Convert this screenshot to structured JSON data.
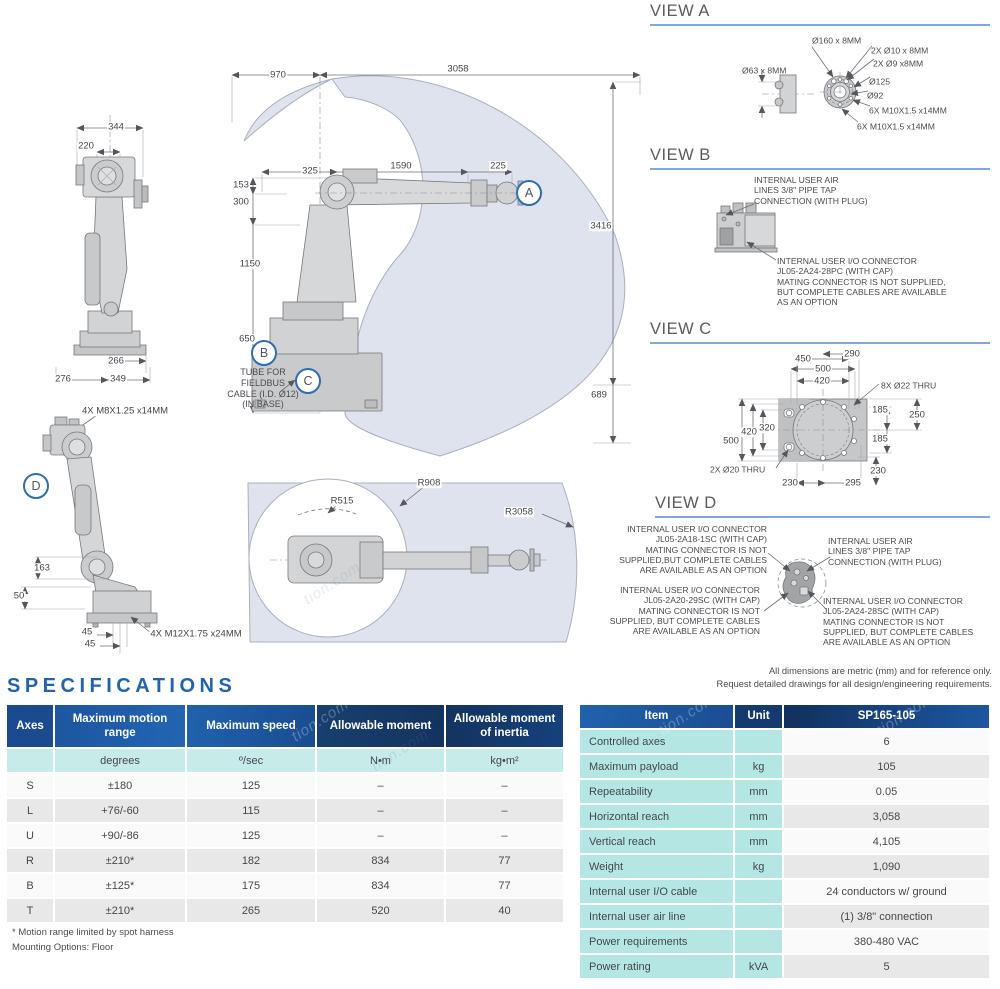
{
  "watermark": "tion.com",
  "colors": {
    "accent_blue": "#2263ae",
    "header_dark_navy": "#14335f",
    "header_blue": "#2162ae",
    "teal_cell": "#b4e7e4",
    "unit_row_teal": "#c6ebe9",
    "envelope_fill": "#dfe3ee",
    "heading_underline": "#7ea9d8"
  },
  "side_view": {
    "d344": "344",
    "d220": "220",
    "d266": "266",
    "d276": "276",
    "d349": "349"
  },
  "main_view": {
    "d970": "970",
    "d3058": "3058",
    "d325": "325",
    "d1590": "1590",
    "d225": "225",
    "d153": "153",
    "d300": "300",
    "d1150": "1150",
    "d650": "650",
    "d3416": "3416",
    "d689": "689",
    "callout_a": "A",
    "callout_b": "B",
    "callout_c": "C",
    "tube_note": "TUBE FOR FIELDBUS\nCABLE (I.D. Ø12)\n(IN BASE)"
  },
  "d_view": {
    "callout_d": "D",
    "bolt_top": "4X M8X1.25 x14MM",
    "d163": "163",
    "d50": "50",
    "d45a": "45",
    "d45b": "45",
    "bolt_bottom": "4X M12X1.75 x24MM"
  },
  "top_view": {
    "r515": "R515",
    "r908": "R908",
    "r3058": "R3058"
  },
  "view_a": {
    "title": "VIEW A",
    "l1": "Ø160 x 8MM",
    "l2": "2X Ø10  x 8MM",
    "l3": "2X Ø9 x8MM",
    "l4": "Ø125",
    "l5": "Ø92",
    "l6": "6X M10X1.5  x14MM",
    "l7": "6X M10X1.5  x14MM",
    "l8": "Ø63 x 8MM"
  },
  "view_b": {
    "title": "VIEW B",
    "air_note": "INTERNAL USER AIR\nLINES 3/8\" PIPE TAP\nCONNECTION (WITH PLUG)",
    "io_note": "INTERNAL USER I/O CONNECTOR\nJL05-2A24-28PC (WITH CAP)\nMATING CONNECTOR IS NOT SUPPLIED,\nBUT COMPLETE CABLES ARE AVAILABLE\nAS AN OPTION"
  },
  "view_c": {
    "title": "VIEW C",
    "d450": "450",
    "d290": "290",
    "d500t": "500",
    "d420t": "420",
    "hole22": "8X Ø22 THRU",
    "d185a": "185",
    "d250": "250",
    "d420l": "420",
    "d320": "320",
    "d500l": "500",
    "d185b": "185",
    "hole20": "2X Ø20 THRU",
    "d230b": "230",
    "d295": "295",
    "d230r": "230"
  },
  "view_d": {
    "title": "VIEW D",
    "nw": "INTERNAL USER I/O CONNECTOR\nJL05-2A18-1SC (WITH CAP)\nMATING CONNECTOR IS NOT\nSUPPLIED,BUT COMPLETE CABLES\nARE AVAILABLE AS AN OPTION",
    "ne": "INTERNAL USER AIR\nLINES 3/8\" PIPE TAP\nCONNECTION (WITH PLUG)",
    "sw": "INTERNAL USER I/O CONNECTOR\nJL05-2A20-29SC (WITH CAP)\nMATING CONNECTOR IS NOT\nSUPPLIED, BUT COMPLETE CABLES\nARE AVAILABLE AS AN OPTION",
    "se": "INTERNAL USER I/O CONNECTOR\nJL05-2A24-28SC (WITH CAP)\nMATING CONNECTOR IS NOT\nSUPPLIED, BUT COMPLETE CABLES\nARE AVAILABLE AS AN OPTION"
  },
  "reference_note": "All dimensions are metric (mm) and for reference only.\nRequest detailed drawings for all design/engineering requirements.",
  "specifications": {
    "title": "SPECIFICATIONS",
    "axes_table": {
      "headers": [
        "Axes",
        "Maximum motion range",
        "Maximum speed",
        "Allowable moment",
        "Allowable moment of inertia"
      ],
      "units": [
        "",
        "degrees",
        "º/sec",
        "N•m",
        "kg•m²"
      ],
      "rows": [
        [
          "S",
          "±180",
          "125",
          "–",
          "–"
        ],
        [
          "L",
          "+76/-60",
          "115",
          "–",
          "–"
        ],
        [
          "U",
          "+90/-86",
          "125",
          "–",
          "–"
        ],
        [
          "R",
          "±210*",
          "182",
          "834",
          "77"
        ],
        [
          "B",
          "±125*",
          "175",
          "834",
          "77"
        ],
        [
          "T",
          "±210*",
          "265",
          "520",
          "40"
        ]
      ]
    },
    "footnotes": [
      "* Motion range limited by spot harness",
      "Mounting Options: Floor"
    ],
    "spec_table": {
      "headers": [
        "Item",
        "Unit",
        "SP165-105"
      ],
      "rows": [
        [
          "Controlled axes",
          "",
          "6"
        ],
        [
          "Maximum payload",
          "kg",
          "105"
        ],
        [
          "Repeatability",
          "mm",
          "0.05"
        ],
        [
          "Horizontal reach",
          "mm",
          "3,058"
        ],
        [
          "Vertical reach",
          "mm",
          "4,105"
        ],
        [
          "Weight",
          "kg",
          "1,090"
        ],
        [
          "Internal user I/O cable",
          "",
          "24 conductors w/ ground"
        ],
        [
          "Internal user air line",
          "",
          "(1) 3/8\" connection"
        ],
        [
          "Power requirements",
          "",
          "380-480 VAC"
        ],
        [
          "Power rating",
          "kVA",
          "5"
        ]
      ]
    }
  }
}
